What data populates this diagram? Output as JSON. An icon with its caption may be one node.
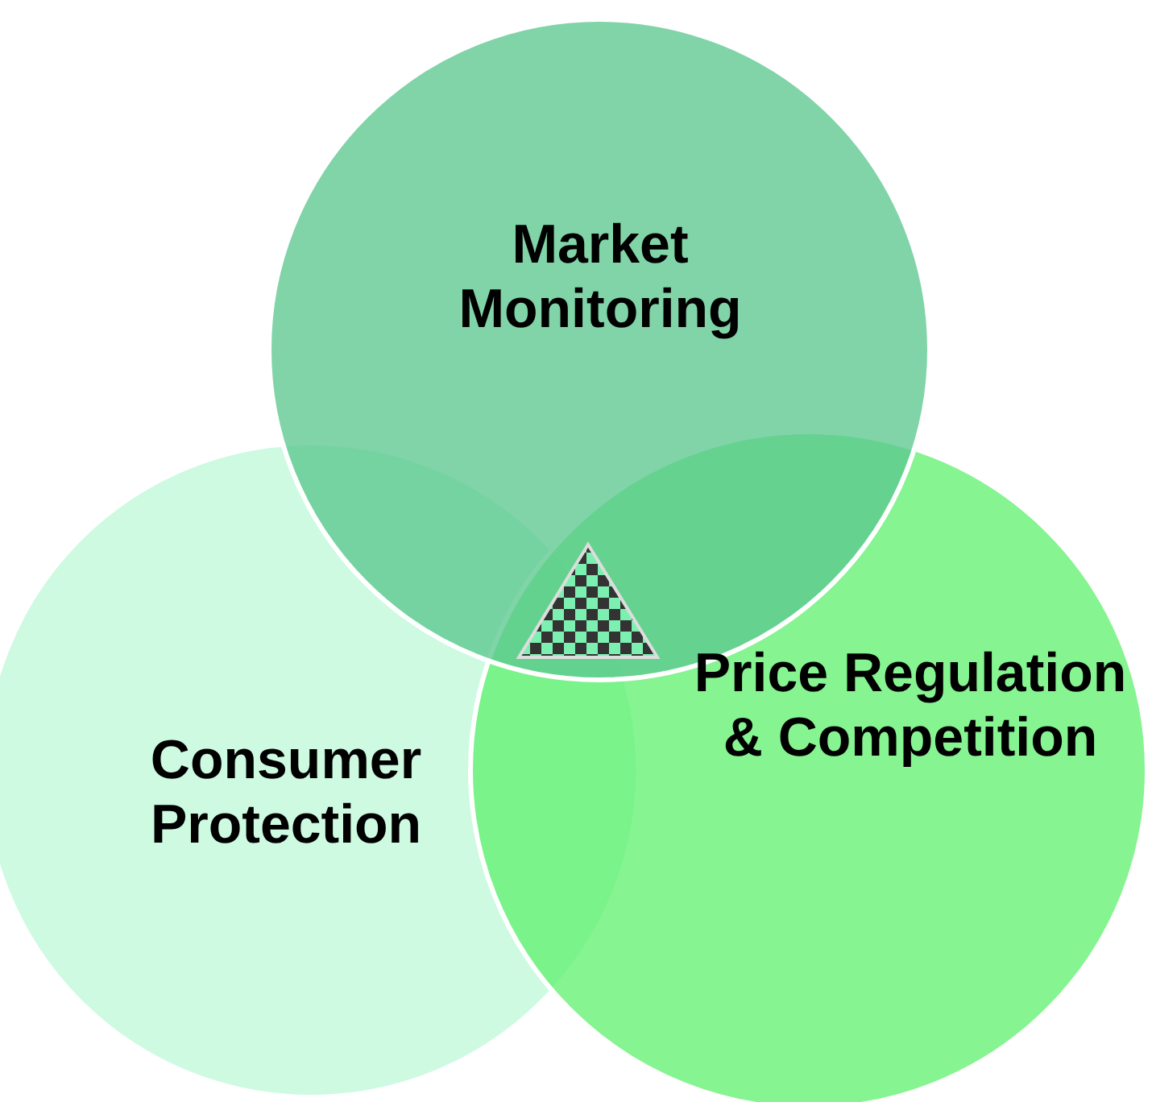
{
  "diagram": {
    "nodes": [
      {
        "text": [
          "Market Monitoring"
        ]
      },
      {
        "text": [
          "Consumer Protection"
        ]
      },
      {
        "text": [
          "Price Regulation & Competition"
        ]
      }
    ]
  }
}
